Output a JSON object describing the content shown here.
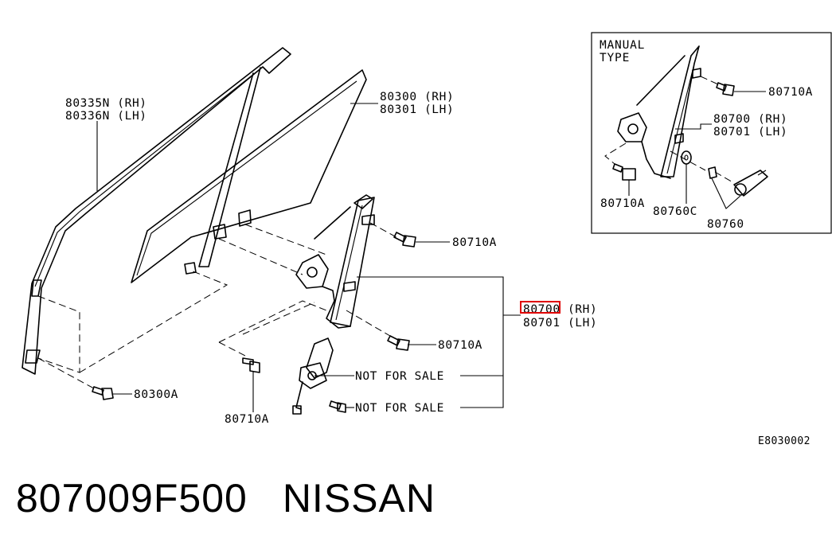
{
  "diagram": {
    "labels": {
      "moulding_rh": "80335N (RH)",
      "moulding_lh": "80336N (LH)",
      "glass_rh": "80300 (RH)",
      "glass_lh": "80301 (LH)",
      "regulator_rh": "80700 (RH)",
      "regulator_lh": "80701 (LH)",
      "bolt_upper": "80710A",
      "bolt_middle": "80710A",
      "bolt_lower": "80710A",
      "glass_bolt": "80300A",
      "motor_note": "NOT FOR SALE",
      "screw_note": "NOT FOR SALE",
      "figure_code": "E8030002"
    },
    "inset": {
      "title_line1": "MANUAL",
      "title_line2": "TYPE",
      "bolt_top": "80710A",
      "regulator_rh": "80700 (RH)",
      "regulator_lh": "80701 (LH)",
      "bolt_bottom": "80710A",
      "washer": "80760C",
      "handle": "80760"
    },
    "highlight_color": "#e00000"
  },
  "caption": {
    "part_number": "807009F500",
    "brand": "NISSAN"
  }
}
